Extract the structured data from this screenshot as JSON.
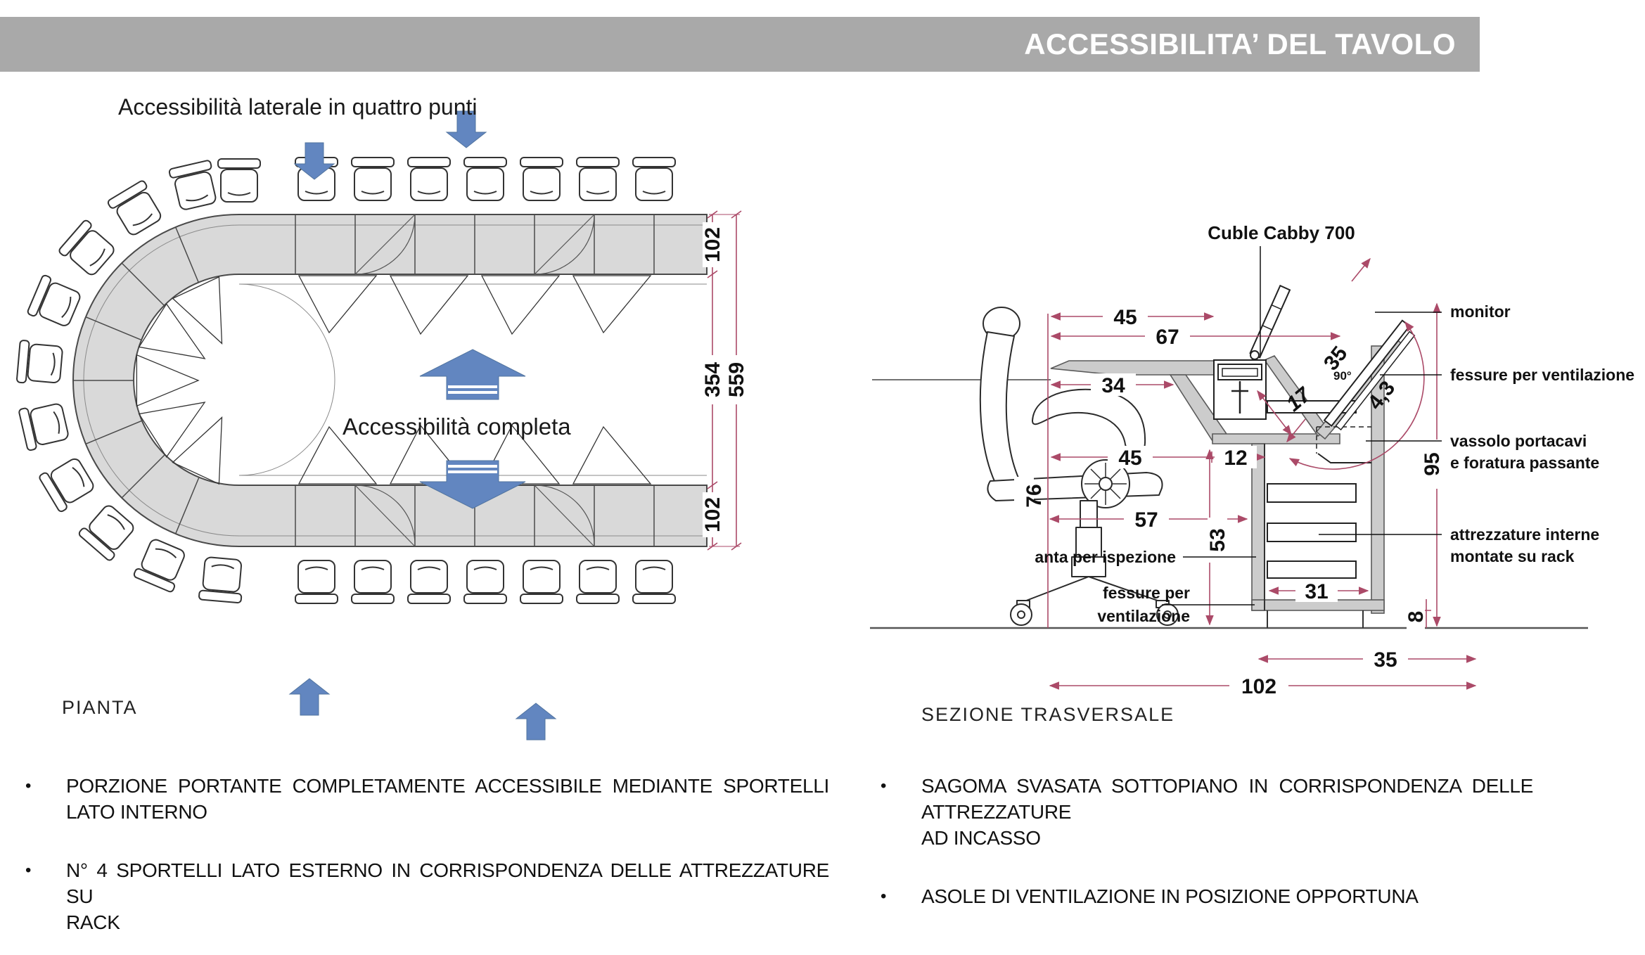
{
  "header": {
    "title": "ACCESSIBILITA’ DEL TAVOLO"
  },
  "plan": {
    "label_top": "Accessibilità laterale in quattro punti",
    "label_center": "Accessibilità completa",
    "caption": "PIANTA",
    "dim_outer_top": "102",
    "dim_inner": "354",
    "dim_total": "559",
    "dim_outer_bottom": "102"
  },
  "section": {
    "caption": "SEZIONE  TRASVERSALE",
    "cubby": "Cuble Cabby 700",
    "label_monitor": "monitor",
    "label_vents_right": "fessure per ventilazione",
    "label_tray_1": "vassolo portacavi",
    "label_tray_2": "e foratura passante",
    "label_rack_1": "attrezzature interne",
    "label_rack_2": "montate su rack",
    "label_inspection": "anta per ispezione",
    "label_vents_left_1": "fessure per",
    "label_vents_left_2": "ventilazione",
    "dim_45_top": "45",
    "dim_67": "67",
    "dim_34": "34",
    "dim_45_low": "45",
    "dim_12": "12",
    "dim_17": "17",
    "dim_35_monitor": "35",
    "dim_4_3": "4,3",
    "angle_90": "90°",
    "dim_76": "76",
    "dim_57": "57",
    "dim_53": "53",
    "dim_95": "95",
    "dim_31": "31",
    "dim_8": "8",
    "dim_35_base": "35",
    "dim_102": "102"
  },
  "bullets_left": [
    {
      "line1": "PORZIONE PORTANTE  COMPLETAMENTE ACCESSIBILE MEDIANTE SPORTELLI",
      "line2": "LATO INTERNO"
    },
    {
      "line1": "N° 4 SPORTELLI LATO ESTERNO IN CORRISPONDENZA DELLE ATTREZZATURE SU",
      "line2": "RACK"
    }
  ],
  "bullets_right": [
    {
      "line1": "SAGOMA SVASATA SOTTOPIANO IN CORRISPONDENZA DELLE ATTREZZATURE",
      "line2": "AD INCASSO"
    },
    {
      "line1": "ASOLE DI VENTILAZIONE IN POSIZIONE OPPORTUNA",
      "line2": ""
    }
  ],
  "colors": {
    "header_bg": "#a9a9a9",
    "accent_blue": "#6286c0",
    "dim_red": "#ab4a68",
    "drawing_gray": "#d9d9d9"
  }
}
